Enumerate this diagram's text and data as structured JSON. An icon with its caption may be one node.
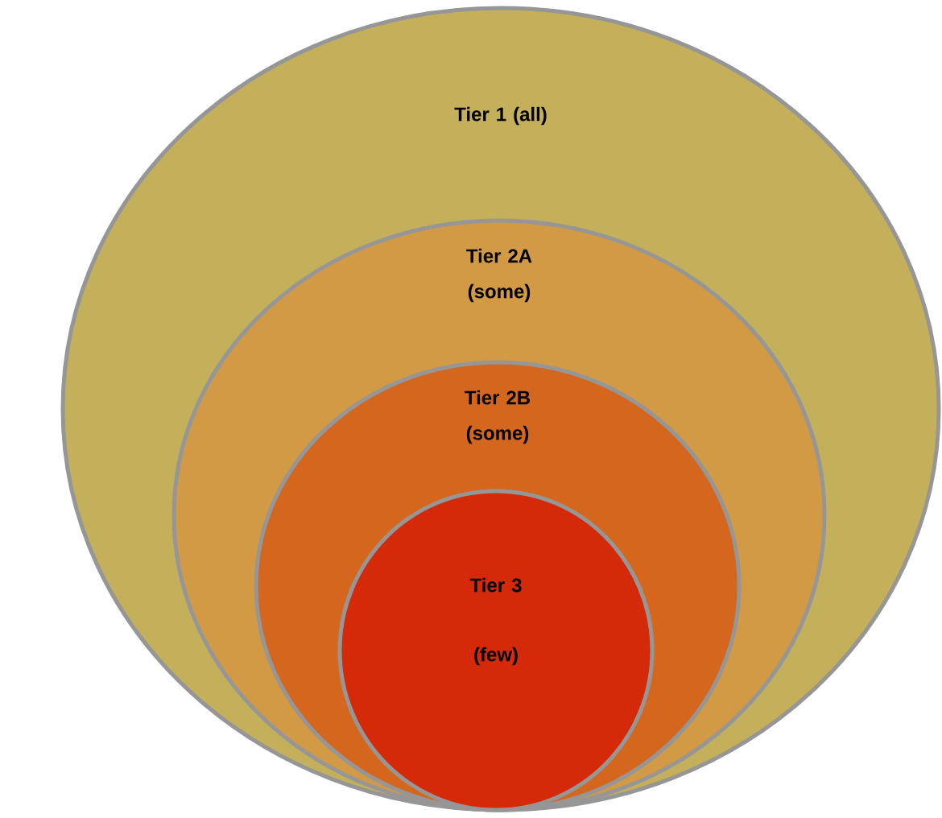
{
  "diagram": {
    "nodes": [
      {
        "text": [
          "Tier 1 (all)"
        ]
      },
      {
        "text": [
          "Tier 2A (some)"
        ],
        "in": 0
      },
      {
        "text": [
          "Tier 2B (some)"
        ],
        "in": 1
      },
      {
        "text": [
          "Tier 3 (few)"
        ],
        "in": 2
      }
    ]
  }
}
